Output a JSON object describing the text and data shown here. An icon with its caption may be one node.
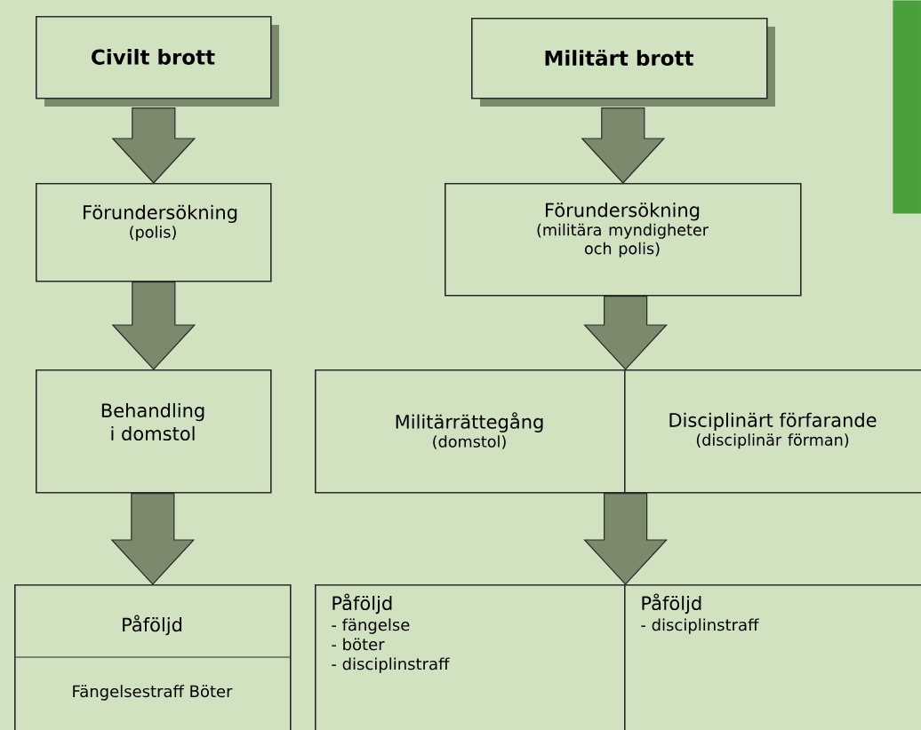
{
  "diagram": {
    "nodes": [
      {
        "text": [
          "Civilt brott"
        ]
      },
      {
        "text": [
          "Militärt brott"
        ]
      },
      {
        "text": [
          "Förundersökning",
          "(polis)"
        ]
      },
      {
        "text": [
          "Förundersökning",
          "(militära myndigheter och polis)"
        ]
      },
      {
        "text": [
          "Behandling i domstol"
        ]
      },
      {
        "text": [
          "Militärrättegång",
          "(domstol)"
        ]
      },
      {
        "text": [
          "Disciplinärt förfarande",
          "(disciplinär förman)"
        ]
      },
      {
        "text": [
          "Påföljd",
          "Fängelsestraff  Böter"
        ]
      },
      {
        "text": [
          "Påföljd",
          "- fängelse",
          "- böter",
          "- disciplinstraff"
        ]
      },
      {
        "text": [
          "Påföljd",
          "- disciplinstraff"
        ]
      },
      {
        "text": [],
        "shape": "bar"
      }
    ],
    "edges": [
      {
        "from": 0,
        "to": 2,
        "arrow": "to"
      },
      {
        "from": 2,
        "to": 4,
        "arrow": "to"
      },
      {
        "from": 4,
        "to": 7,
        "arrow": "to"
      },
      {
        "from": 1,
        "to": 3,
        "arrow": "to"
      },
      {
        "from": 3,
        "to": 5,
        "arrow": "to"
      },
      {
        "from": 3,
        "to": 6,
        "arrow": "to"
      },
      {
        "from": 5,
        "to": 8,
        "arrow": "to"
      },
      {
        "from": 6,
        "to": 9,
        "arrow": "to"
      }
    ]
  }
}
